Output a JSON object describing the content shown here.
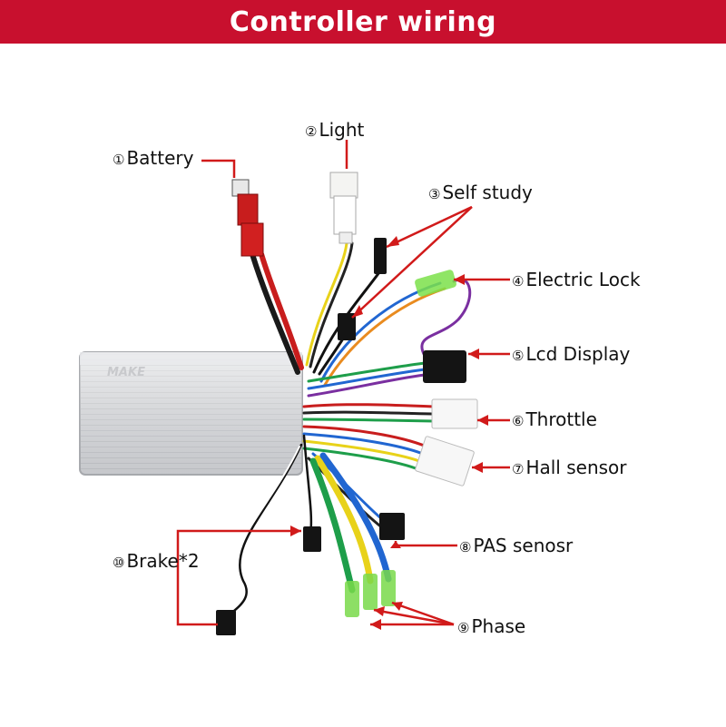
{
  "title": "Controller wiring",
  "brand": "MAKE",
  "colors": {
    "header_bg": "#c8102e",
    "pointer": "#d11a1a",
    "controller_body": "#d9dadc"
  },
  "labels": [
    {
      "num": "①",
      "text": "Battery"
    },
    {
      "num": "②",
      "text": "Light"
    },
    {
      "num": "③",
      "text": "Self study"
    },
    {
      "num": "④",
      "text": "Electric Lock"
    },
    {
      "num": "⑤",
      "text": "Lcd Display"
    },
    {
      "num": "⑥",
      "text": "Throttle"
    },
    {
      "num": "⑦",
      "text": "Hall sensor"
    },
    {
      "num": "⑧",
      "text": "PAS senosr"
    },
    {
      "num": "⑨",
      "text": "Phase"
    },
    {
      "num": "⑩",
      "text": "Brake*2"
    }
  ]
}
